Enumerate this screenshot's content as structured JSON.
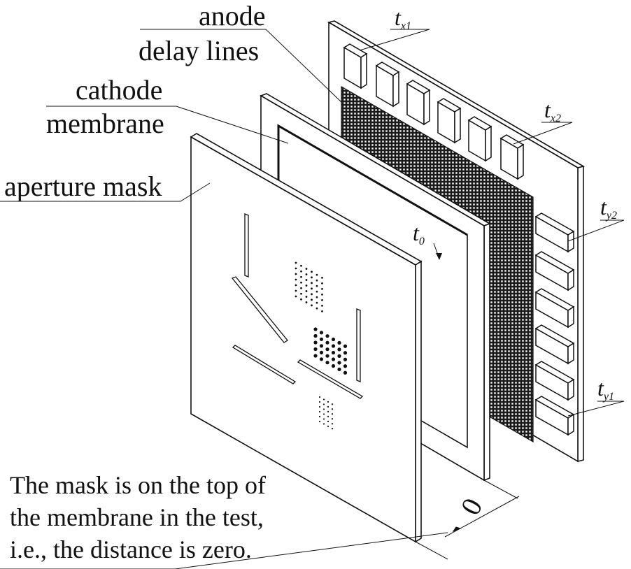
{
  "labels": {
    "anode": "anode",
    "delay_lines": "delay lines",
    "cathode": "cathode",
    "membrane": "membrane",
    "aperture_mask": "aperture mask",
    "tx1": {
      "base": "t",
      "sub": "x1"
    },
    "tx2": {
      "base": "t",
      "sub": "x2"
    },
    "ty2": {
      "base": "t",
      "sub": "y2"
    },
    "ty1": {
      "base": "t",
      "sub": "y1"
    },
    "t0": {
      "base": "t",
      "sub": "0"
    },
    "distance": "0"
  },
  "caption": {
    "line1": "The mask is on the top of",
    "line2": "the membrane in the test,",
    "line3": "i.e., the distance is zero."
  }
}
